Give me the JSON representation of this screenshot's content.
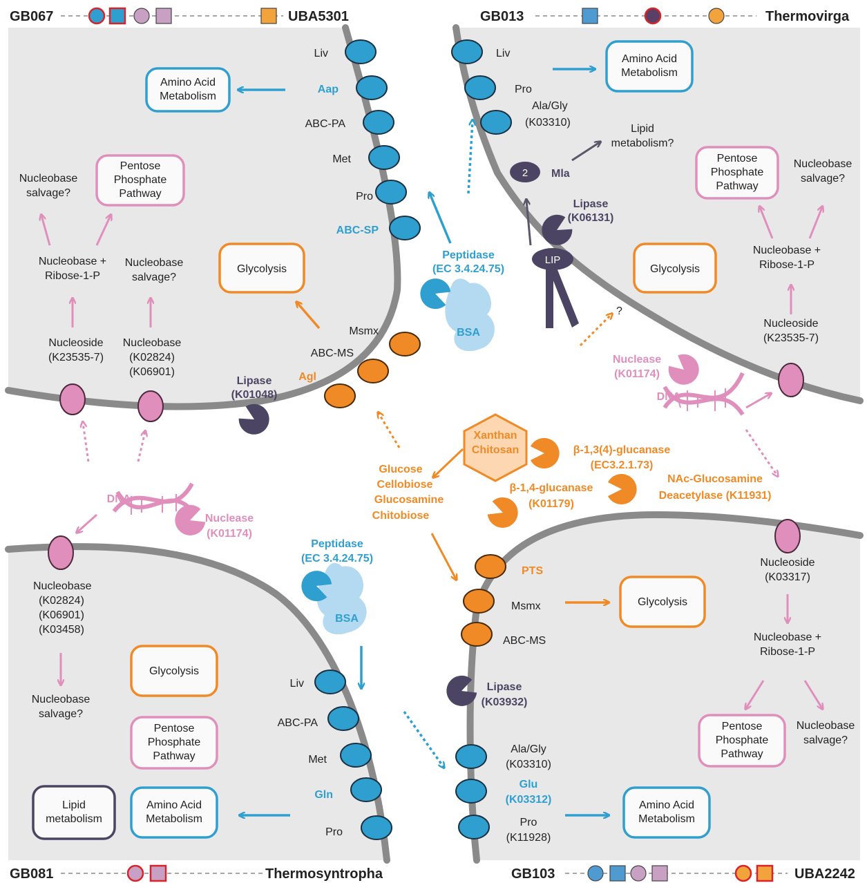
{
  "colors": {
    "blue": "#2f9fd0",
    "orange": "#ef8a26",
    "pink": "#e08fbc",
    "purple": "#4b4462",
    "gray_bg": "#e8e8e8",
    "membrane": "#8a8a8a"
  },
  "headers": {
    "top_left": {
      "code": "GB067",
      "name": "UBA5301"
    },
    "top_right": {
      "code": "GB013",
      "name": "Thermovirga"
    },
    "bottom_left": {
      "code": "GB081",
      "name": "Thermosyntropha"
    },
    "bottom_right": {
      "code": "GB103",
      "name": "UBA2242"
    }
  },
  "quadrant_tl": {
    "transporters": [
      "Liv",
      "Aap",
      "ABC-PA",
      "Met",
      "Pro",
      "ABC-SP"
    ],
    "sugar_transporters": [
      "Msmx",
      "ABC-MS",
      "Agl"
    ],
    "box_amino": "Amino Acid Metabolism",
    "box_ppp": "Pentose Phosphate Pathway",
    "box_glycolysis": "Glycolysis",
    "nucleobase_salvage_1": "Nucleobase salvage?",
    "nucleobase_salvage_2": "Nucleobase salvage?",
    "nucleobase_ribose": "Nucleobase + Ribose-1-P",
    "nucleoside": "Nucleoside (K23535-7)",
    "nucleobase": "Nucleobase (K02824) (K06901)",
    "lipase_name": "Lipase",
    "lipase_code": "(K01048)",
    "peptidase_name": "Peptidase",
    "peptidase_code": "(EC 3.4.24.75)",
    "bsa": "BSA"
  },
  "quadrant_tr": {
    "transporters": [
      "Liv",
      "Pro",
      "Ala/Gly",
      "(K03310)"
    ],
    "mla_number": "2",
    "mla": "Mla",
    "lipid_q": "Lipid metabolism?",
    "lipase_name": "Lipase",
    "lipase_code": "(K06131)",
    "lip": "LIP",
    "question": "?",
    "box_amino": "Amino Acid Metabolism",
    "box_ppp": "Pentose Phosphate Pathway",
    "box_glycolysis": "Glycolysis",
    "nucleobase_salvage": "Nucleobase salvage?",
    "nucleobase_ribose": "Nucleobase + Ribose-1-P",
    "nucleoside": "Nucleoside (K23535-7)",
    "nuclease_name": "Nuclease",
    "nuclease_code": "(K01174)",
    "dna": "DNA"
  },
  "center": {
    "hexagon": "Xanthan Chitosan",
    "sugars": [
      "Glucose",
      "Cellobiose",
      "Glucosamine",
      "Chitobiose"
    ],
    "enzyme1_name": "β-1,3(4)-glucanase",
    "enzyme1_code": "(EC3.2.1.73)",
    "enzyme2_name": "β-1,4-glucanase",
    "enzyme2_code": "(K01179)",
    "enzyme3_name": "NAc-Glucosamine",
    "enzyme3_code": "Deacetylase (K11931)"
  },
  "quadrant_bl": {
    "dna": "DNA",
    "nuclease_name": "Nuclease",
    "nuclease_code": "(K01174)",
    "nucleobase": "Nucleobase (K02824) (K06901) (K03458)",
    "nucleobase_salvage": "Nucleobase salvage?",
    "peptidase_name": "Peptidase",
    "peptidase_code": "(EC 3.4.24.75)",
    "bsa": "BSA",
    "transporters": [
      "Liv",
      "ABC-PA",
      "Met",
      "Gln",
      "Pro"
    ],
    "box_glycolysis": "Glycolysis",
    "box_ppp": "Pentose Phosphate Pathway",
    "box_lipid": "Lipid metabolism",
    "box_amino": "Amino Acid Metabolism"
  },
  "quadrant_br": {
    "sugar_transporters": [
      "PTS",
      "Msmx",
      "ABC-MS"
    ],
    "box_glycolysis": "Glycolysis",
    "lipase_name": "Lipase",
    "lipase_code": "(K03932)",
    "transporters": [
      "Ala/Gly",
      "(K03310)",
      "Glu",
      "(K03312)",
      "Pro",
      "(K11928)"
    ],
    "box_amino": "Amino Acid Metabolism",
    "nucleoside": "Nucleoside (K03317)",
    "nucleobase_ribose": "Nucleobase + Ribose-1-P",
    "box_ppp": "Pentose Phosphate Pathway",
    "nucleobase_salvage": "Nucleobase salvage?"
  }
}
